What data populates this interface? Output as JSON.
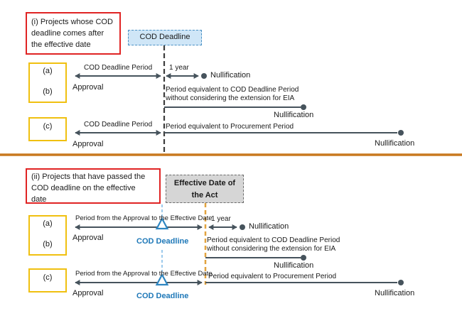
{
  "colors": {
    "line": "#46535c",
    "dark_dash": "#3d3d3d",
    "divider": "#c8791f",
    "orange_dash": "#e2a33f",
    "blue_dash": "#9ccaec",
    "marker_blue": "#2e86c1",
    "blue_text": "#1e78b8",
    "red_border": "#e02424",
    "yellow_border": "#f0c010",
    "blue_box_fill": "#cfe6f7",
    "blue_box_border": "#4a90c4",
    "gray_box_fill": "#d6d6d6",
    "gray_box_border": "#6b6b6b"
  },
  "section_i": {
    "note": "(i) Projects whose COD\ndeadline comes after\nthe effective date",
    "cod_deadline_box": "COD Deadline",
    "row_label_a": "(a)",
    "row_label_b": "(b)",
    "row_label_c": "(c)",
    "period_ab": "COD Deadline Period",
    "approval_ab": "Approval",
    "one_year": "1 year",
    "nullification_a": "Nullification",
    "period_b": "Period equivalent to COD Deadline Period\nwithout considering the extension for EIA",
    "nullification_b": "Nullification",
    "period_c_left": "COD Deadline Period",
    "approval_c": "Approval",
    "period_c_right": "Period equivalent to Procurement Period",
    "nullification_c": "Nullification"
  },
  "section_ii": {
    "note": "(ii) Projects that have passed the\nCOD deadline on the effective\ndate",
    "effective_date_box": "Effective Date of\nthe Act",
    "row_label_a": "(a)",
    "row_label_b": "(b)",
    "row_label_c": "(c)",
    "period_ab": "Period from the Approval to the Effective Date",
    "approval_ab": "Approval",
    "cod_marker_ab": "COD Deadline",
    "one_year": "1 year",
    "nullification_a": "Nullification",
    "period_b": "Period equivalent to COD Deadline Period\nwithout considering the extension for EIA",
    "nullification_b": "Nullification",
    "period_c_left": "Period from the Approval to the Effective Date",
    "approval_c": "Approval",
    "cod_marker_c": "COD Deadline",
    "period_c_right": "Period equivalent to Procurement Period",
    "nullification_c": "Nullification"
  }
}
